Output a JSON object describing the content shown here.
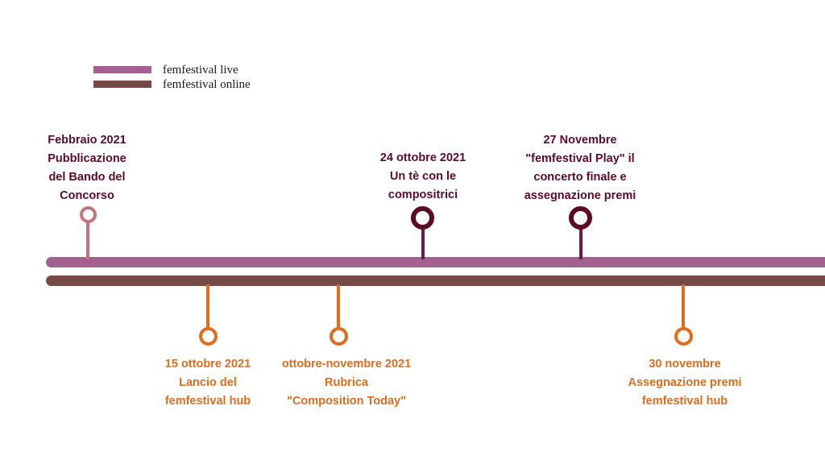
{
  "colors": {
    "live": "#a4608f",
    "online": "#764a44",
    "pin_light": "#c7727a",
    "pin_dark": "#5d0b24",
    "stem_dark": "#6e1a4b",
    "orange": "#e06c1e",
    "text_dark": "#5d0b24"
  },
  "legend": {
    "live_label": "femfestival live",
    "online_label": "femfestival online"
  },
  "events_top": [
    {
      "text": "Febbraio 2021\nPubblicazione\ndel Bando del\nConcorso"
    },
    {
      "text": "24 ottobre 2021\nUn tè con le\ncompositrici"
    },
    {
      "text": "27 Novembre\n\"femfestival Play\" il\nconcerto finale e\nassegnazione premi"
    }
  ],
  "events_bottom": [
    {
      "text": "15 ottobre 2021\nLancio del\nfemfestival hub"
    },
    {
      "text": "ottobre-novembre 2021\nRubrica\n\"Composition Today\""
    },
    {
      "text": "30 novembre\nAssegnazione premi\nfemfestival hub"
    }
  ]
}
